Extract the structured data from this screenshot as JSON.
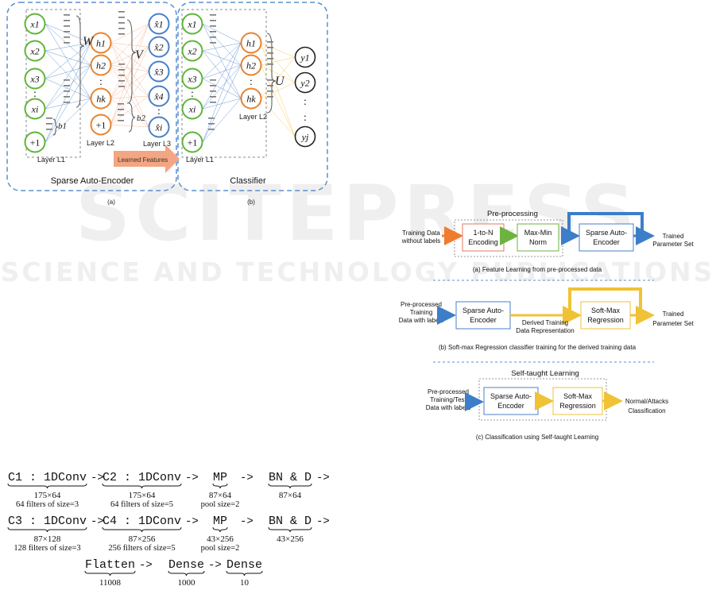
{
  "watermark": {
    "big": "SCITEPRESS",
    "small": "SCIENCE AND TECHNOLOGY PUBLICATIONS"
  },
  "nn": {
    "inputs_enc": [
      "x1",
      "x2",
      "x3",
      ":",
      "xi",
      "+1"
    ],
    "hidden_enc": [
      "h1",
      "h2",
      ":",
      "hk",
      "+1"
    ],
    "outputs_enc": [
      "x̂1",
      "x̂2",
      "x̂3",
      "x̂4",
      ":",
      "x̂i"
    ],
    "inputs_cls": [
      "x1",
      "x2",
      "x3",
      ":",
      "xi",
      "+1"
    ],
    "hidden_cls": [
      "h1",
      "h2",
      ":",
      "hk"
    ],
    "outputs_cls": [
      "y1",
      "y2",
      ":",
      ":",
      "yj"
    ],
    "w_label": "W",
    "v_label": "V",
    "u_label": "U",
    "b1_label": "b1",
    "b2_label": "b2",
    "layer1": "Layer L1",
    "layer2": "Layer L2",
    "layer3": "Layer L3",
    "cls_layer1": "Layer L1",
    "cls_layer2": "Layer L2",
    "learned_features": "Learned Features",
    "sae_title": "Sparse Auto-Encoder",
    "classifier_title": "Classifier",
    "cap_a": "(a)",
    "cap_b": "(b)"
  },
  "flow": {
    "a": {
      "group_label": "Pre-processing",
      "input": [
        "Training Data",
        "without labels"
      ],
      "box1": [
        "1-to-N",
        "Encoding"
      ],
      "box2": [
        "Max-Min",
        "Norm"
      ],
      "box3": [
        "Sparse Auto-",
        "Encoder"
      ],
      "output": [
        "Trained",
        "Parameter Set"
      ],
      "caption": "(a) Feature Learning from pre-processed data"
    },
    "b": {
      "input": [
        "Pre-processed",
        "Training",
        "Data with labels"
      ],
      "box1": [
        "Sparse Auto-",
        "Encoder"
      ],
      "middle": [
        "Derived Training",
        "Data Representation"
      ],
      "box2": [
        "Soft-Max",
        "Regression"
      ],
      "output": [
        "Trained",
        "Parameter Set"
      ],
      "caption": "(b) Soft-max Regression classifier training for the derived training data"
    },
    "c": {
      "group_label": "Self-taught  Learning",
      "input": [
        "Pre-processed",
        "Training/Test",
        "Data with labels"
      ],
      "box1": [
        "Sparse Auto-",
        "Encoder"
      ],
      "box2": [
        "Soft-Max",
        "Regression"
      ],
      "output": [
        "Normal/Attacks",
        "Classification"
      ],
      "caption": "(c) Classification using Self-taught Learning"
    }
  },
  "cnn": {
    "row1": [
      {
        "name": "C1 : 1DConv",
        "dim": "175×64",
        "info": "64 filters of size=3"
      },
      {
        "name": "C2 : 1DConv",
        "dim": "175×64",
        "info": "64 filters of size=5"
      },
      {
        "name": "MP",
        "dim": "87×64",
        "info": "pool size=2"
      },
      {
        "name": "BN & D",
        "dim": "87×64",
        "info": ""
      }
    ],
    "row2": [
      {
        "name": "C3 : 1DConv",
        "dim": "87×128",
        "info": "128 filters of size=3"
      },
      {
        "name": "C4 : 1DConv",
        "dim": "87×256",
        "info": "256 filters of size=5"
      },
      {
        "name": "MP",
        "dim": "43×256",
        "info": "pool size=2"
      },
      {
        "name": "BN & D",
        "dim": "43×256",
        "info": ""
      }
    ],
    "row3": [
      {
        "name": "Flatten",
        "dim": "11008"
      },
      {
        "name": "Dense",
        "dim": "1000"
      },
      {
        "name": "Dense",
        "dim": "10"
      }
    ],
    "arrow": "->"
  },
  "colors": {
    "green": "#5fb53a",
    "orange": "#e8832f",
    "blue": "#4a7fc8",
    "dash_blue": "#5a8fd0",
    "yellow": "#f0c235",
    "thick_blue": "#3c7ec8",
    "flow_green": "#6db33f",
    "flow_orange": "#f07b30",
    "red_box": "#e07a5f",
    "salmon": "#f4a582"
  }
}
